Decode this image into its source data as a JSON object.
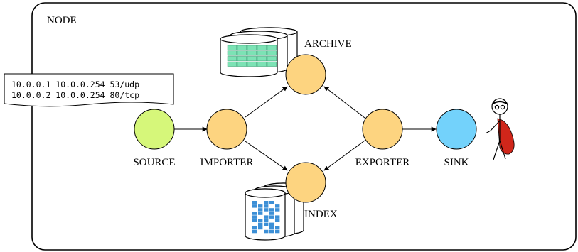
{
  "container": {
    "label": "NODE"
  },
  "nodes": {
    "source": {
      "label": "SOURCE",
      "color": "#d6f77a"
    },
    "importer": {
      "label": "IMPORTER",
      "color": "#fdd480"
    },
    "archive": {
      "label": "ARCHIVE",
      "color": "#fdd480"
    },
    "index": {
      "label": "INDEX",
      "color": "#fdd480"
    },
    "exporter": {
      "label": "EXPORTER",
      "color": "#fdd480"
    },
    "sink": {
      "label": "SINK",
      "color": "#73d2fb"
    }
  },
  "log_lines": [
    "10.0.0.1 10.0.0.254 53/udp",
    "10.0.0.2 10.0.0.254 80/tcp"
  ],
  "colors": {
    "archive_cells": "#7ce3b5",
    "index_blue": "#3c8fd6",
    "cape_red": "#d0261a"
  },
  "icons": {
    "archive": "database-stack-icon",
    "index": "database-stack-icon",
    "user": "stick-figure-with-cape-icon"
  }
}
